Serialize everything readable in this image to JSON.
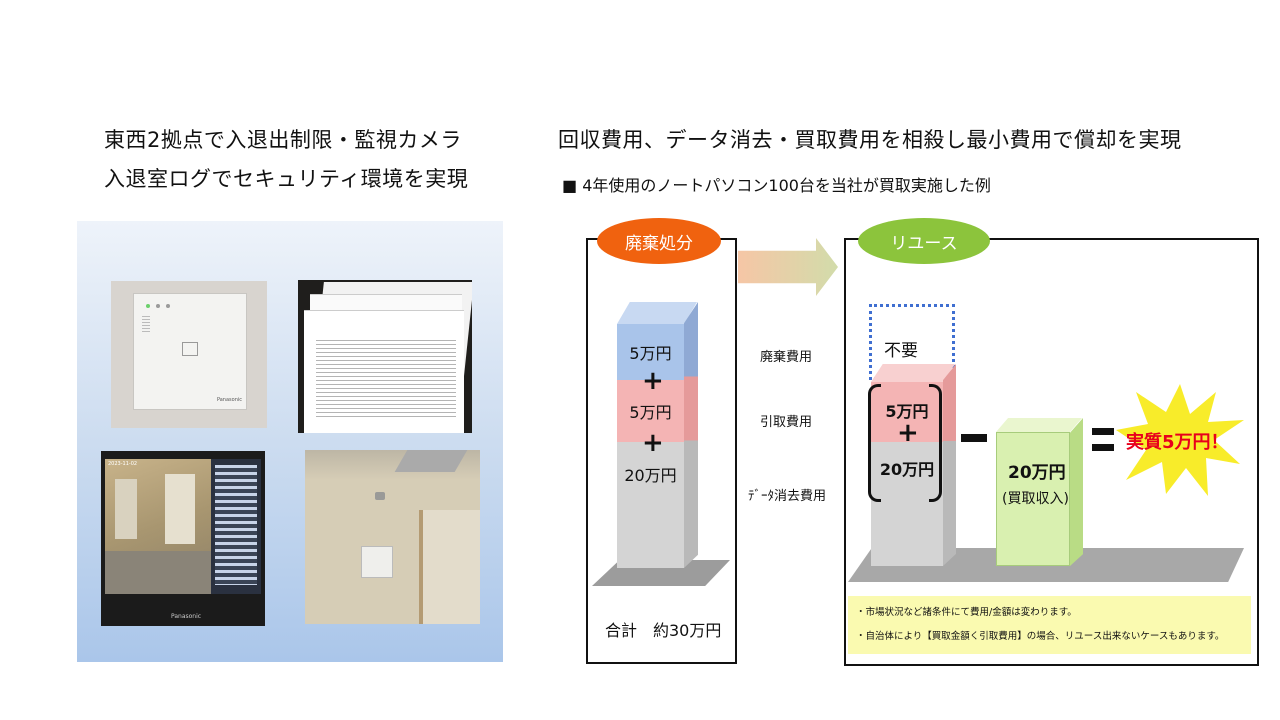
{
  "left": {
    "heading_line1": "東西2拠点で入退出制限・監視カメラ",
    "heading_line2": "入退室ログでセキュリティ環境を実現",
    "photos": {
      "access_panel_brand": "Panasonic",
      "monitor_timestamp": "2023-11-02",
      "monitor_brand": "Panasonic"
    }
  },
  "right": {
    "heading": "回収費用、データ消去・買取費用を相殺し最小費用で償却を実現",
    "subheading": "■ 4年使用のノートパソコン100台を当社が買取実施した例",
    "disposal": {
      "badge": "廃棄処分",
      "segments": [
        "5万円",
        "5万円",
        "20万円"
      ],
      "plus": "+",
      "total": "合計　約30万円"
    },
    "cost_labels": [
      "廃棄費用",
      "引取費用",
      "ﾃﾞｰﾀ消去費用"
    ],
    "reuse": {
      "badge": "リユース",
      "unneeded": "不要",
      "segments": [
        "5万円",
        "20万円"
      ],
      "plus": "+",
      "minus": "-",
      "equals": "=",
      "purchase_value": "20万円",
      "purchase_label": "(買取収入)",
      "result": "実質5万円！"
    },
    "notes": [
      "・市場状況など諸条件にて費用/金額は変わります。",
      "・自治体により【買取金額く引取費用】の場合、リユース出来ないケースもあります。"
    ]
  },
  "colors": {
    "blue_segment": "#a9c4ea",
    "pink_segment": "#f4b4b4",
    "gray_segment": "#d4d4d4",
    "disposal_badge": "#f0620f",
    "reuse_badge": "#8cc43c",
    "purchase_box": "#d9f0b0",
    "burst": "#f8ec2a",
    "burst_text": "#e8001c",
    "note_bg": "#fafab0"
  }
}
